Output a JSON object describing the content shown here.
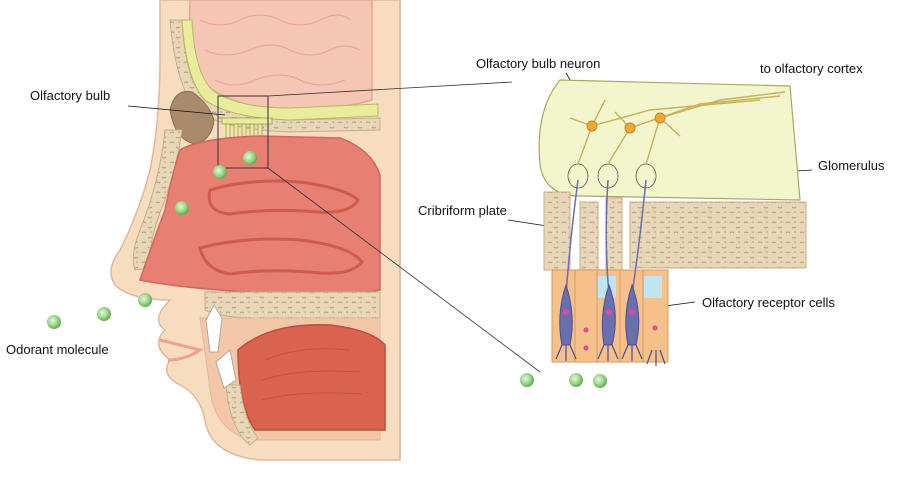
{
  "labels": {
    "olfactory_bulb": "Olfactory bulb",
    "odorant_molecule": "Odorant molecule",
    "olfactory_bulb_neuron": "Olfactory bulb neuron",
    "to_olfactory_cortex": "to olfactory cortex",
    "glomerulus": "Glomerulus",
    "cribriform_plate": "Cribriform plate",
    "olfactory_receptor_cells": "Olfactory receptor cells"
  },
  "colors": {
    "skin": "#f8dcc0",
    "skin_outline": "#e0b898",
    "brain": "#f6c6b4",
    "bulb_yellow": "#e8ec9c",
    "bone": "#e6d2b4",
    "nasal_cavity": "#e77f72",
    "tongue": "#d9634f",
    "odorant": "#9cd58a",
    "neuron_axon": "#c7b25a",
    "neuron_body": "#f0a830",
    "receptor_blue": "#6a6fb0",
    "epithelium": "#f6c08a"
  }
}
